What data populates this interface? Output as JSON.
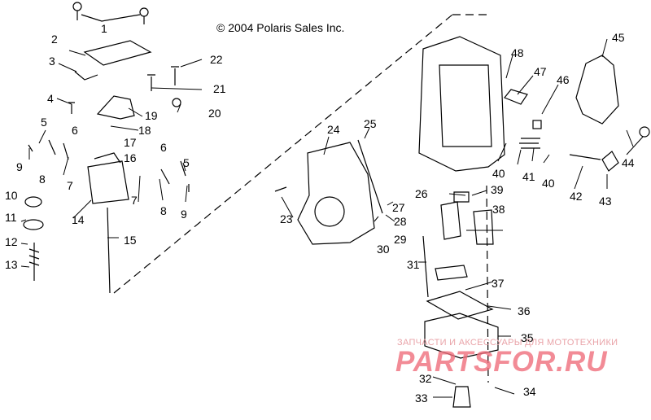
{
  "copyright": "© 2004 Polaris Sales Inc.",
  "watermark": {
    "tagline": "ЗАПЧАСТИ И АКСЕССУАРЫ ДЛЯ МОТОТЕХНИКИ",
    "logo": "PARTSFOR.RU",
    "color": "#ef6f7c"
  },
  "callouts": [
    "1",
    "2",
    "3",
    "4",
    "5",
    "6",
    "7",
    "8",
    "9",
    "10",
    "11",
    "12",
    "13",
    "14",
    "15",
    "16",
    "17",
    "18",
    "19",
    "20",
    "21",
    "22",
    "23",
    "24",
    "25",
    "26",
    "27",
    "28",
    "29",
    "30",
    "31",
    "32",
    "33",
    "34",
    "35",
    "36",
    "37",
    "38",
    "39",
    "40",
    "41",
    "42",
    "43",
    "44",
    "45",
    "46",
    "47",
    "48",
    "5",
    "6",
    "7",
    "8",
    "9",
    "40"
  ]
}
